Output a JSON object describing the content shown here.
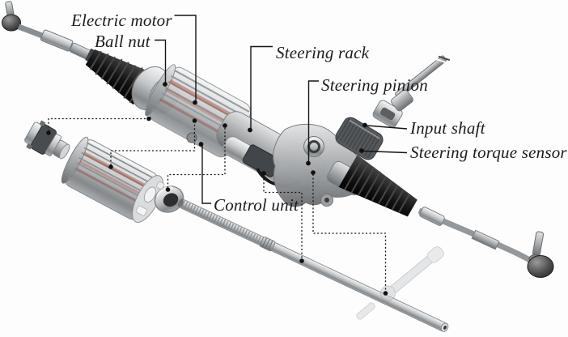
{
  "figure": {
    "type": "exploded-view technical diagram of an electric power steering gear",
    "labels": [
      {
        "name": "electric-motor",
        "text": "Electric motor"
      },
      {
        "name": "ball-nut",
        "text": "Ball nut"
      },
      {
        "name": "steering-rack",
        "text": "Steering rack"
      },
      {
        "name": "steering-pinion",
        "text": "Steering pinion"
      },
      {
        "name": "input-shaft",
        "text": "Input shaft"
      },
      {
        "name": "steering-torque-sensor",
        "text": "Steering torque sensor"
      },
      {
        "name": "control-unit",
        "text": "Control unit"
      }
    ],
    "palette": {
      "background": "#fdfdfd",
      "label_text": "#1b1b1b",
      "leader_line": "#141414",
      "metal_light": "#e8e9ea",
      "metal_mid": "#a9acae",
      "metal_dark": "#3a3a3a",
      "rubber_black": "#161616",
      "copper_winding": "#a8604f"
    }
  }
}
